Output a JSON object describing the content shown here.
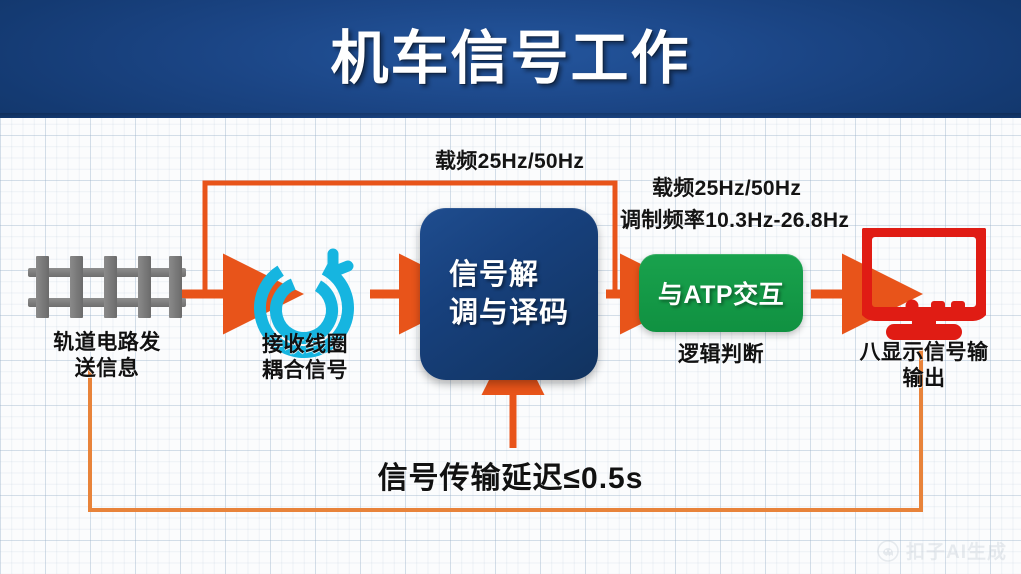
{
  "header": {
    "title": "机车信号工作"
  },
  "diagram": {
    "nodes": [
      {
        "id": "track-circuit",
        "icon": "railway-track-icon",
        "caption": "轨道电路发\n送信息",
        "color": "#7b7b7b"
      },
      {
        "id": "receiving-coil",
        "icon": "coil-icon",
        "caption": "接收线圈\n耦合信号",
        "color": "#16b5e0"
      },
      {
        "id": "demodulation",
        "icon": "rounded-box",
        "label": "信号解\n调与译码",
        "color": "#17407c"
      },
      {
        "id": "atp-interaction",
        "icon": "rounded-box",
        "label": "与ATP交互",
        "caption": "逻辑判断",
        "color": "#119443"
      },
      {
        "id": "signal-output",
        "icon": "monitor-icon",
        "caption": "八显示信号输\n输出",
        "color": "#e01c14"
      }
    ],
    "annotations": {
      "top_carrier": "载频25Hz/50Hz",
      "right_carrier": "载频25Hz/50Hz",
      "right_modulation": "调制频率10.3Hz-26.8Hz",
      "bottom_delay": "信号传输延迟≤0.5s"
    },
    "connector_color": "#e8541a",
    "feedback_color": "#e8833a"
  },
  "watermark": {
    "text": "扣子AI生成",
    "icon": "ghost-icon"
  }
}
